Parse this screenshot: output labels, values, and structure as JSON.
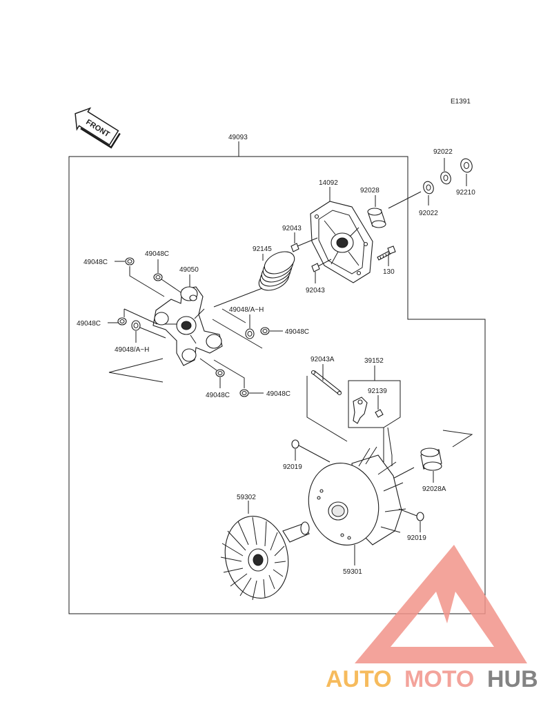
{
  "diagram_code": "E1391",
  "front_label": "FRONT",
  "parts": {
    "p49093": "49093",
    "p92022_top": "92022",
    "p92210": "92210",
    "p14092": "14092",
    "p92028": "92028",
    "p92022_bottom": "92022",
    "p92043_top": "92043",
    "p92145": "92145",
    "p130": "130",
    "p92043_bottom": "92043",
    "p49048c_upper_left": "49048C",
    "p49048c_upper": "49048C",
    "p49050": "49050",
    "p49048ah_right": "49048/A~H",
    "p49048c_right": "49048C",
    "p49048c_left": "49048C",
    "p49048ah_left": "49048/A~H",
    "p92043a": "92043A",
    "p39152": "39152",
    "p92139": "92139",
    "p49048c_lower": "49048C",
    "p49048c_lower_right": "49048C",
    "p92019_left": "92019",
    "p92028a": "92028A",
    "p59302": "59302",
    "p92019_right": "92019",
    "p59301": "59301"
  },
  "watermark": {
    "part1": "AUTO",
    "part2": "MOTO",
    "part3": "HUB",
    "color1": "#f5b041",
    "color2": "#f1948a",
    "color3": "#6e6e6e",
    "triangle_color": "#f1948a"
  }
}
